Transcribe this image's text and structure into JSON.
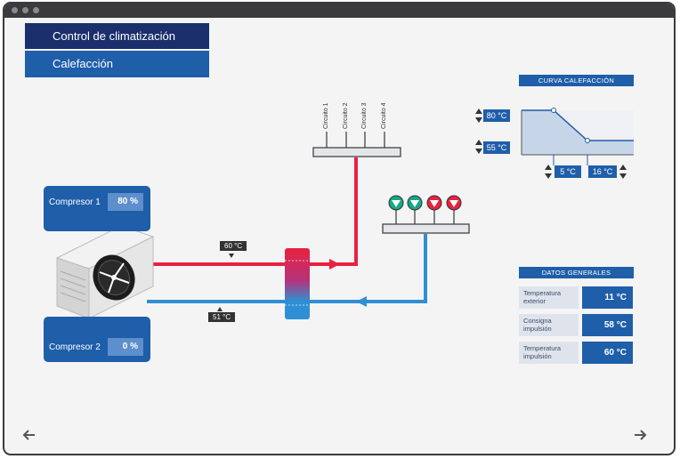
{
  "header": {
    "title": "Control de climatización",
    "subtitle": "Calefacción"
  },
  "compressors": [
    {
      "label": "Compresor 1",
      "value": "80 %"
    },
    {
      "label": "Compresor 2",
      "value": "0 %"
    }
  ],
  "pipes": {
    "supply_temp": "60 °C",
    "return_temp": "51 °C"
  },
  "circuits": [
    "Circuito 1",
    "Circuito 2",
    "Circuito 3",
    "Circuito 4"
  ],
  "curve": {
    "title": "CURVA CALEFACCIÓN",
    "y_high": "80 °C",
    "y_low": "55 °C",
    "x_low": "5 °C",
    "x_high": "16 °C"
  },
  "general": {
    "title": "DATOS GENERALES",
    "rows": [
      {
        "label": "Temperatura exterior",
        "value": "11 °C"
      },
      {
        "label": "Consigna impulsión",
        "value": "58 °C"
      },
      {
        "label": "Temperatura impulsión",
        "value": "60 °C"
      }
    ]
  },
  "colors": {
    "dark_blue": "#1b2f6c",
    "blue": "#1f5ea9",
    "hot_pipe": "#e8213f",
    "cold_pipe": "#2e8fd4",
    "valve_green": "#17a78a"
  },
  "icons": {
    "prev": "arrow-left-icon",
    "next": "arrow-right-icon"
  }
}
